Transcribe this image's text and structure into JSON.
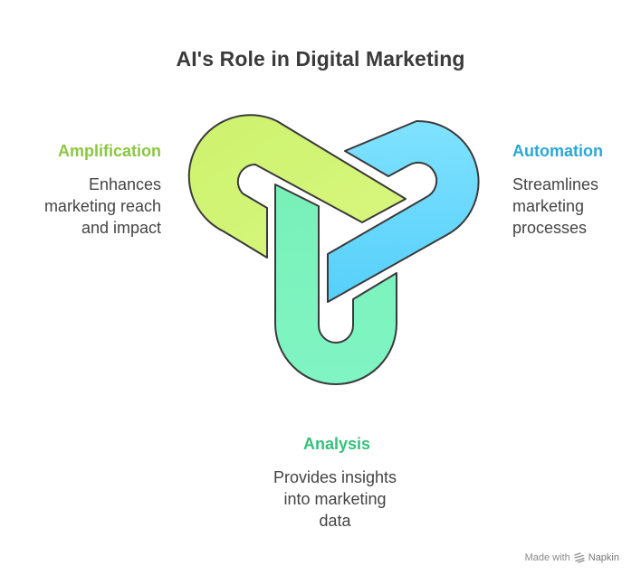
{
  "title": "AI's Role in Digital Marketing",
  "colors": {
    "amplification": "#8cc641",
    "automation": "#2ba7d6",
    "analysis": "#35c17a",
    "amplification_fill": "#d2f479",
    "automation_fill": "#6fdcff",
    "analysis_fill": "#7cf2c0",
    "stroke": "#3a3a3a"
  },
  "nodes": [
    {
      "heading": "Amplification",
      "description": [
        "Enhances",
        "marketing reach",
        "and impact"
      ]
    },
    {
      "heading": "Automation",
      "description": [
        "Streamlines",
        "marketing",
        "processes"
      ]
    },
    {
      "heading": "Analysis",
      "description": [
        "Provides insights",
        "into marketing",
        "data"
      ]
    }
  ],
  "footer": {
    "made_with": "Made with",
    "brand": "Napkin",
    "icon": "napkin-logo-icon"
  }
}
